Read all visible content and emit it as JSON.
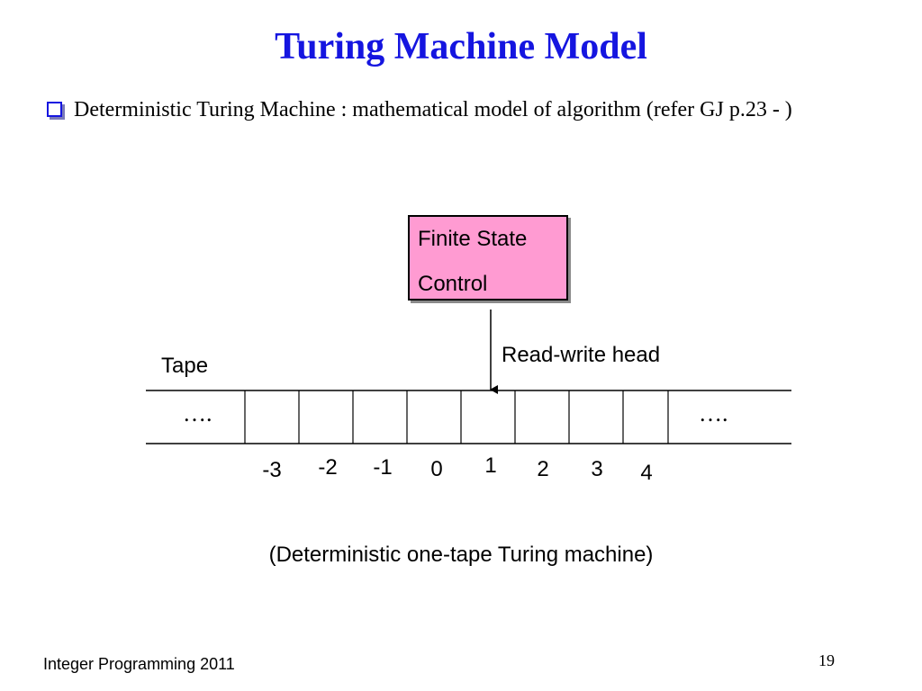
{
  "slide": {
    "title": "Turing Machine Model",
    "bullet": "Deterministic Turing Machine : mathematical model of algorithm (refer GJ p.23 - )"
  },
  "diagram": {
    "control": {
      "line1": "Finite State",
      "line2": "Control"
    },
    "head_label": "Read-write head",
    "tape_label": "Tape",
    "ellipsis_left": "….",
    "ellipsis_right": "….",
    "cell_indices": [
      "-3",
      "-2",
      "-1",
      "0",
      "1",
      "2",
      "3",
      "4"
    ],
    "caption": "(Deterministic one-tape Turing machine)"
  },
  "colors": {
    "title": "#1515e0",
    "control_fill": "#ff9bd2"
  },
  "footer": {
    "course": "Integer Programming 2011",
    "page_number": "19"
  }
}
